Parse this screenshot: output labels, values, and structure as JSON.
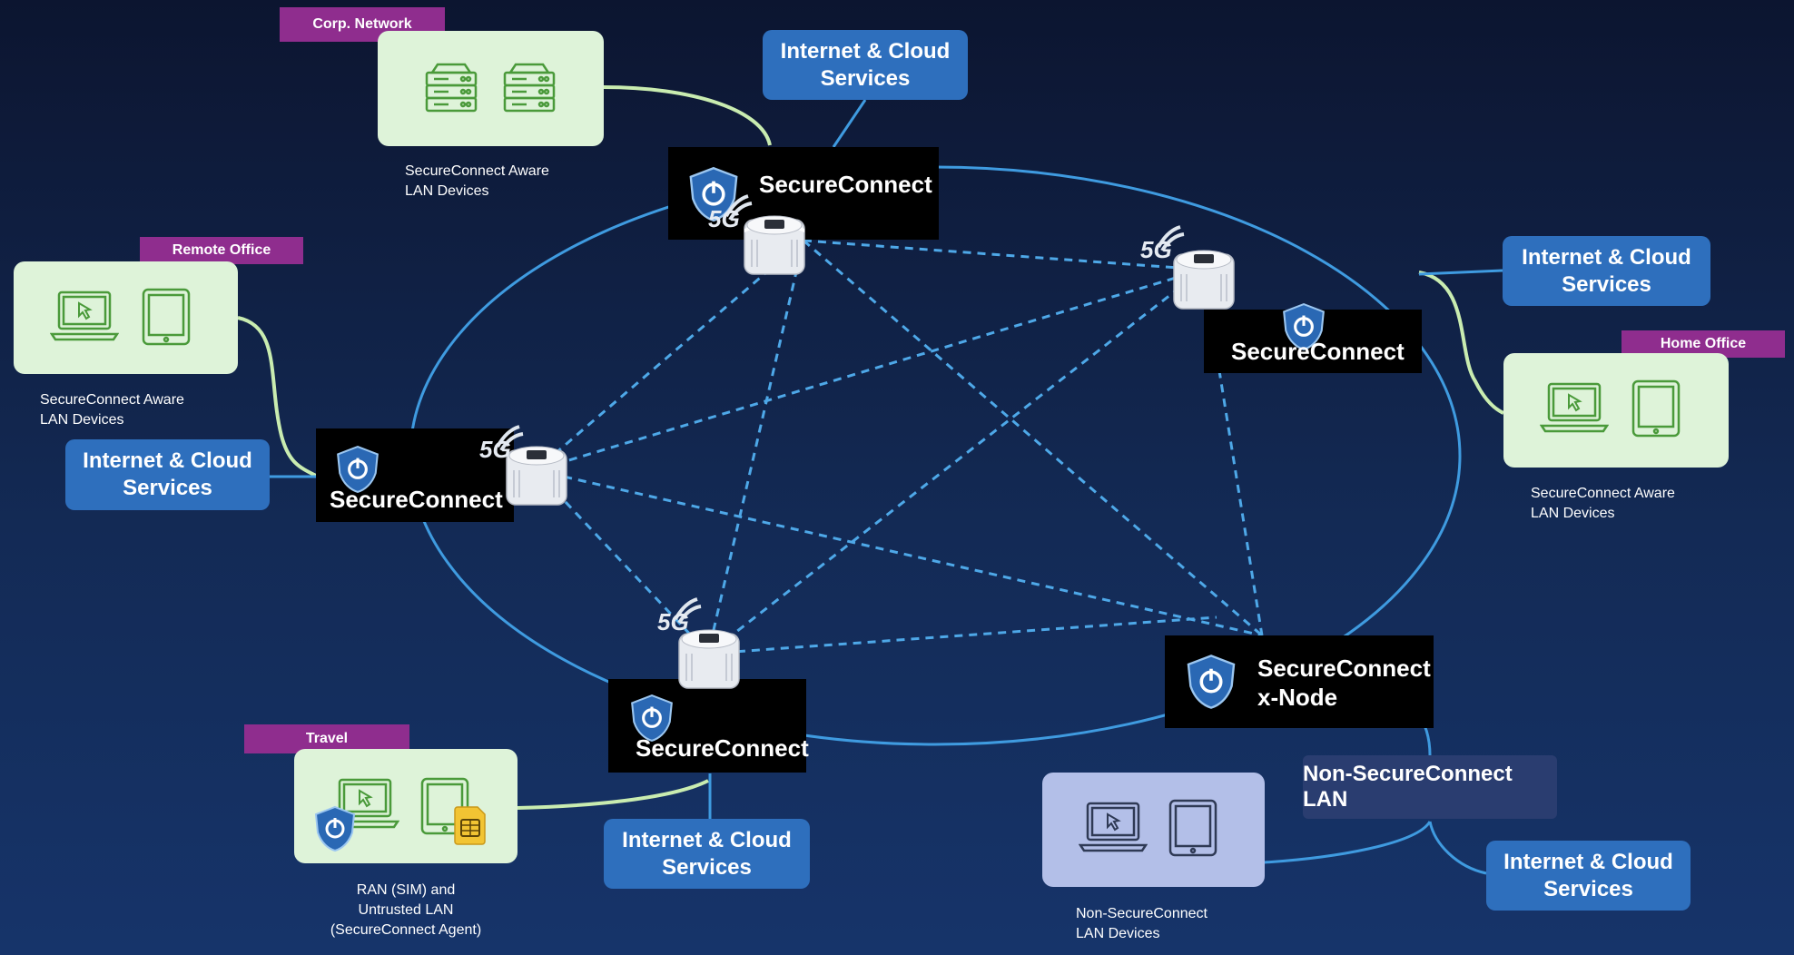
{
  "tags": {
    "corp": "Corp. Network",
    "remote": "Remote Office",
    "home": "Home Office",
    "travel": "Travel"
  },
  "captions": {
    "corp": "SecureConnect Aware\nLAN Devices",
    "remote": "SecureConnect Aware\nLAN Devices",
    "home": "SecureConnect Aware\nLAN Devices",
    "travel": "RAN (SIM) and\nUntrusted LAN\n(SecureConnect Agent)",
    "nonsc": "Non-SecureConnect\nLAN Devices"
  },
  "cloud_label": "Internet & Cloud\nServices",
  "nodes": {
    "top": "SecureConnect",
    "right": "SecureConnect",
    "left": "SecureConnect",
    "bottom": "SecureConnect",
    "xnode": "SecureConnect\nx-Node"
  },
  "fiveg_label": "5G",
  "nonsc_lan": "Non-SecureConnect LAN",
  "colors": {
    "ring": "#3f9be0",
    "mesh": "#4ea8e8",
    "green_link": "#c9ecb0",
    "cloud": "#2e6fbd",
    "tag": "#8f2d8e",
    "device_box": "#def3d9"
  },
  "icons": [
    "server-icon",
    "laptop-icon",
    "tablet-icon",
    "shield-power-icon",
    "router-icon",
    "sim-card-icon",
    "5g-signal-icon"
  ]
}
